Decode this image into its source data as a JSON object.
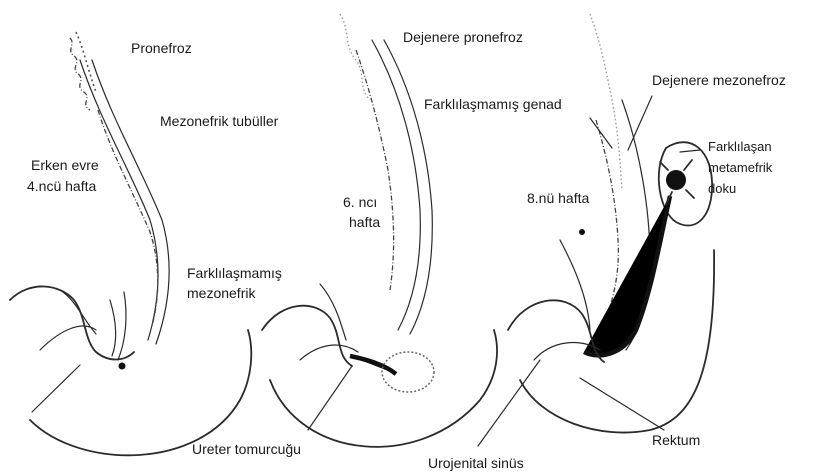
{
  "labels": {
    "pronefroz": "Pronefroz",
    "mezonefrik_tubuller": "Mezonefrik tubüller",
    "erken_evre": "Erken evre",
    "hafta_4": "4.ncü hafta",
    "farklilasmamis": "Farklılaşmamış",
    "mezonefrik": "mezonefrik",
    "dejenere_pronefroz": "Dejenere pronefroz",
    "hafta_6_a": "6. ncı",
    "hafta_6_b": "hafta",
    "farklilasmamis_genad": "Farklılaşmamış genad",
    "dejenere_mezonefroz": "Dejenere mezonefroz",
    "farklilasan": "Farklılaşan",
    "metamefrik": "metamefrik",
    "doku": "doku",
    "hafta_8": "8.nü hafta",
    "ureter_tomurcugu": "Ureter tomurcuğu",
    "urojenital_sinus": "Urojenital sinüs",
    "rektum": "Rektum"
  }
}
